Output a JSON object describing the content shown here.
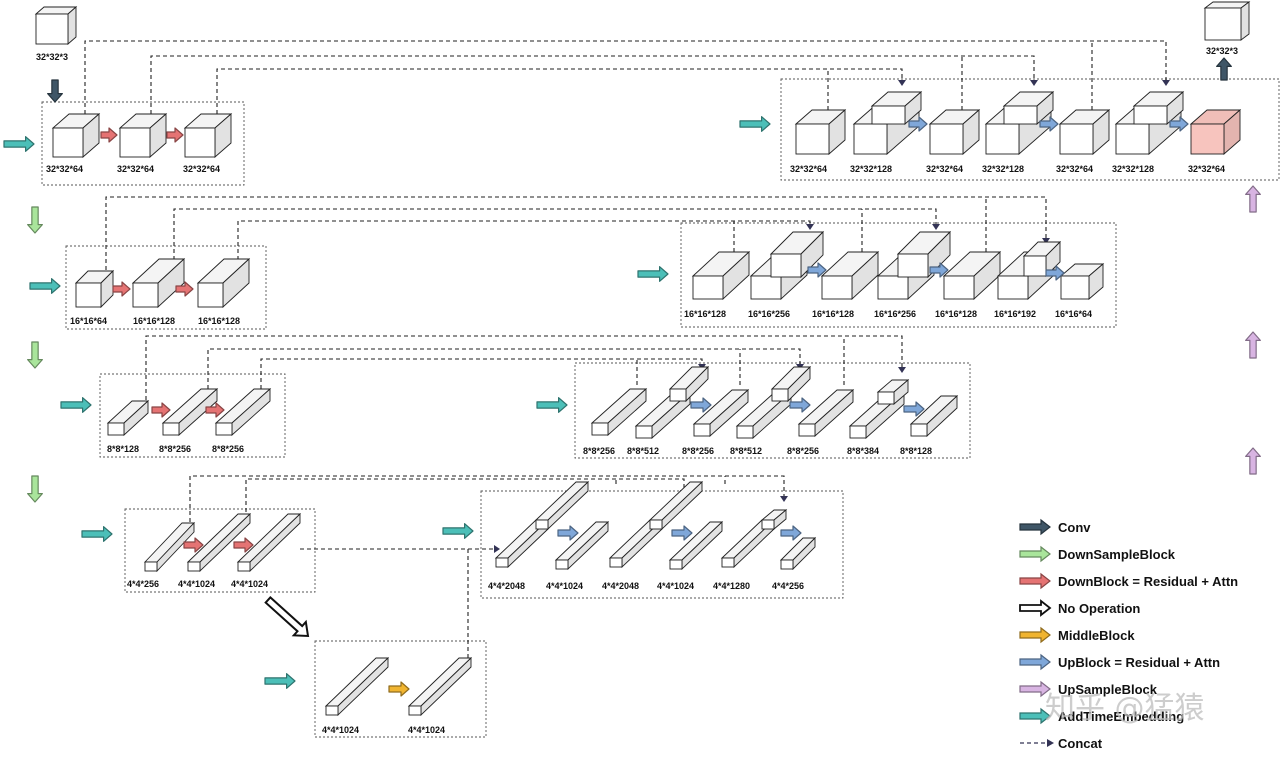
{
  "colors": {
    "conv": "#3f5667",
    "downsample": "#a9e59b",
    "downblock": "#e57373",
    "no_operation": "#111111",
    "middleblock": "#f0b430",
    "upblock": "#7fa7d9",
    "upsample": "#d8b4e2",
    "time_embedding": "#4cbfb8",
    "concat": "#333355",
    "output_block": "#f7c4be"
  },
  "input_label": "32*32*3",
  "output_label": "32*32*3",
  "down": [
    {
      "name": "down-stage-1",
      "labels": [
        "32*32*64",
        "32*32*64",
        "32*32*64"
      ]
    },
    {
      "name": "down-stage-2",
      "labels": [
        "16*16*64",
        "16*16*128",
        "16*16*128"
      ]
    },
    {
      "name": "down-stage-3",
      "labels": [
        "8*8*128",
        "8*8*256",
        "8*8*256"
      ]
    },
    {
      "name": "down-stage-4",
      "labels": [
        "4*4*256",
        "4*4*1024",
        "4*4*1024"
      ]
    }
  ],
  "middle": {
    "labels": [
      "4*4*1024",
      "4*4*1024"
    ]
  },
  "up": [
    {
      "name": "up-stage-4",
      "labels": [
        "4*4*2048",
        "4*4*1024",
        "4*4*2048",
        "4*4*1024",
        "4*4*1280",
        "4*4*256"
      ]
    },
    {
      "name": "up-stage-3",
      "labels": [
        "8*8*256",
        "8*8*512",
        "8*8*256",
        "8*8*512",
        "8*8*256",
        "8*8*384",
        "8*8*128"
      ]
    },
    {
      "name": "up-stage-2",
      "labels": [
        "16*16*128",
        "16*16*256",
        "16*16*128",
        "16*16*256",
        "16*16*128",
        "16*16*192",
        "16*16*64"
      ]
    },
    {
      "name": "up-stage-1",
      "labels": [
        "32*32*64",
        "32*32*128",
        "32*32*64",
        "32*32*128",
        "32*32*64",
        "32*32*128",
        "32*32*64"
      ]
    }
  ],
  "legend": [
    {
      "kind": "conv",
      "label": "Conv"
    },
    {
      "kind": "downsample",
      "label": "DownSampleBlock"
    },
    {
      "kind": "downblock",
      "label": "DownBlock = Residual + Attn"
    },
    {
      "kind": "no_operation",
      "label": "No Operation"
    },
    {
      "kind": "middleblock",
      "label": "MiddleBlock"
    },
    {
      "kind": "upblock",
      "label": "UpBlock = Residual + Attn"
    },
    {
      "kind": "upsample",
      "label": "UpSampleBlock"
    },
    {
      "kind": "time_embedding",
      "label": "AddTimeEmbedding"
    },
    {
      "kind": "concat",
      "label": "Concat"
    }
  ],
  "watermark": "知乎 @猛猿"
}
